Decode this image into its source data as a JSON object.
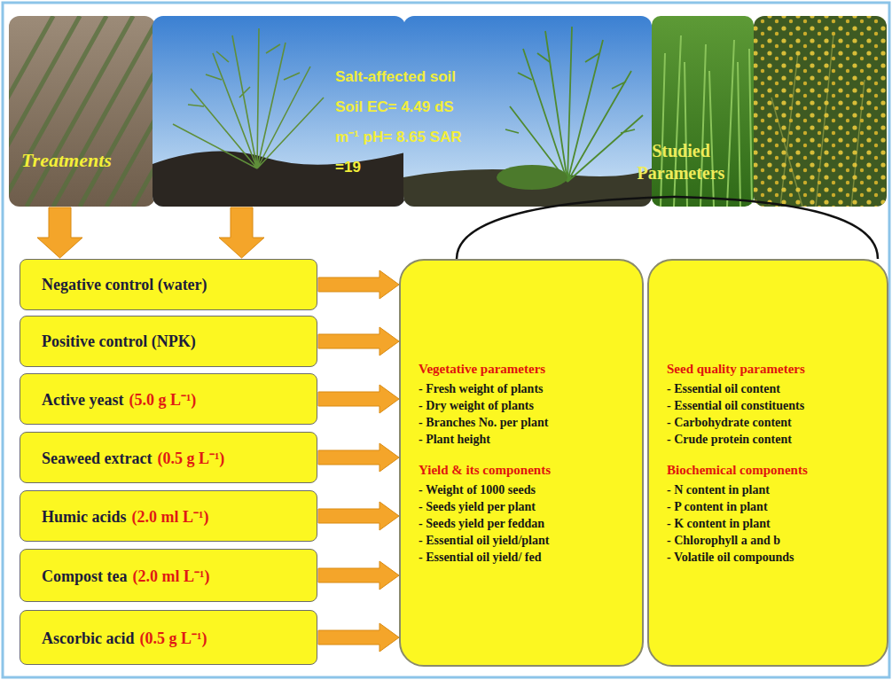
{
  "diagram": {
    "nodes": [
      {
        "text": [
          "Negative control (water)"
        ]
      },
      {
        "text": [
          "Positive control (NPK)"
        ]
      },
      {
        "text": [
          "Active yeast",
          "(5.0 g L⁻¹)"
        ]
      },
      {
        "text": [
          "Seaweed extract",
          "(0.5 g L⁻¹)"
        ]
      },
      {
        "text": [
          "Humic acids",
          "(2.0 ml L⁻¹)"
        ]
      },
      {
        "text": [
          "Compost tea",
          "(2.0 ml L⁻¹)"
        ]
      },
      {
        "text": [
          "Ascorbic acid",
          "(0.5 g L⁻¹)"
        ]
      },
      {
        "text": [
          "Vegetative parameters",
          "- Fresh weight of plants",
          "- Dry weight of plants",
          "- Branches No. per plant",
          "- Plant height",
          "Yield & its components",
          "- Weight of 1000 seeds",
          "- Seeds yield per plant",
          "- Seeds yield per feddan",
          "- Essential oil yield/plant",
          "- Essential oil yield/ fed"
        ]
      },
      {
        "text": [
          "Seed quality parameters",
          "- Essential oil content",
          "- Essential oil constituents",
          "- Carbohydrate content",
          "- Crude protein content",
          "Biochemical components",
          "- N content in plant",
          "- P content in plant",
          "- K content in plant",
          "- Chlorophyll a and b",
          "- Volatile oil compounds"
        ]
      }
    ],
    "edges": [
      {
        "from": 0,
        "to": 7,
        "arrow": "to"
      },
      {
        "from": 1,
        "to": 7,
        "arrow": "to"
      },
      {
        "from": 2,
        "to": 7,
        "arrow": "to"
      },
      {
        "from": 3,
        "to": 7,
        "arrow": "to"
      },
      {
        "from": 4,
        "to": 7,
        "arrow": "to"
      },
      {
        "from": 5,
        "to": 7,
        "arrow": "to"
      },
      {
        "from": 6,
        "to": 7,
        "arrow": "to"
      }
    ],
    "labels": [
      "Salt-affected soil Soil EC= 4.49 dS m⁻¹ pH= 8.65 SAR =19",
      "Treatments",
      "Studied Parameters"
    ]
  }
}
